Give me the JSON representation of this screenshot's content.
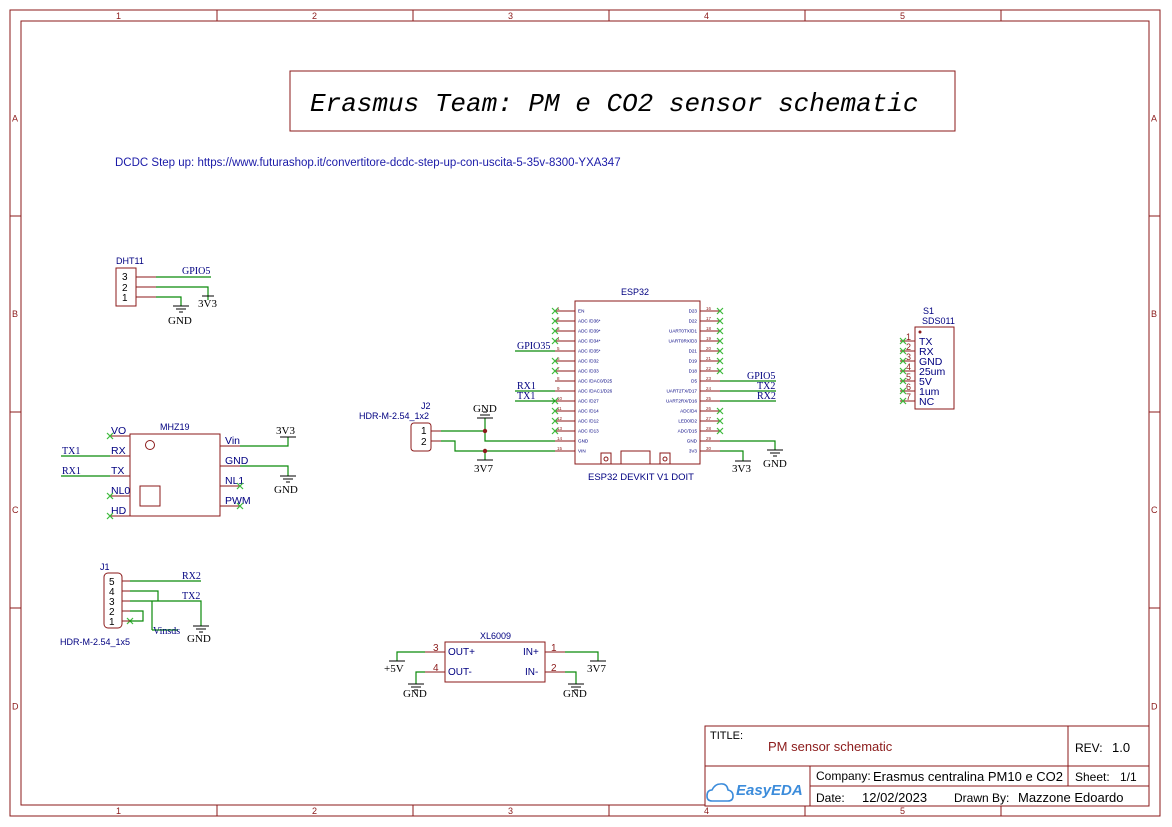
{
  "border": {
    "columns": [
      "1",
      "2",
      "3",
      "4",
      "5"
    ],
    "rows": [
      "A",
      "B",
      "C",
      "D"
    ]
  },
  "title": "Erasmus Team: PM e CO2 sensor schematic",
  "link_text": "DCDC Step up: https://www.futurashop.it/convertitore-dcdc-step-up-con-uscita-5-35v-8300-YXA347",
  "dht11": {
    "name": "DHT11",
    "pins": [
      "3",
      "2",
      "1"
    ],
    "net_gpio": "GPIO5",
    "pwr_3v3": "3V3",
    "pwr_gnd": "GND"
  },
  "mhz19": {
    "name": "MHZ19",
    "left_pins": [
      "VO",
      "RX",
      "TX",
      "NL0",
      "HD"
    ],
    "right_pins": [
      "Vin",
      "GND",
      "NL1",
      "PWM"
    ],
    "net_tx1": "TX1",
    "net_rx1": "RX1",
    "pwr_3v3": "3V3",
    "pwr_gnd": "GND"
  },
  "j1": {
    "name": "J1",
    "footprint": "HDR-M-2.54_1x5",
    "pins": [
      "5",
      "4",
      "3",
      "2",
      "1"
    ],
    "net_rx2": "RX2",
    "net_tx2": "TX2",
    "net_vinsds": "Vinsds",
    "pwr_gnd": "GND"
  },
  "j2": {
    "name": "J2",
    "footprint": "HDR-M-2.54_1x2",
    "pins": [
      "1",
      "2"
    ],
    "pwr_gnd": "GND",
    "pwr_3v7": "3V7"
  },
  "esp32": {
    "name": "ESP32",
    "footprint": "ESP32 DEVKIT V1 DOIT",
    "left_labels": [
      "EN",
      "ADC /D36*",
      "ADC /D39*",
      "ADC /D34*",
      "ADC /D35*",
      "ADC /D32",
      "ADC /D33",
      "ADC /DAC0/D25",
      "ADC /DAC1/D26",
      "ADC /D27",
      "ADC /D14",
      "ADC /D12",
      "ADC /D13",
      "GND",
      "VIN"
    ],
    "left_nums": [
      "1",
      "2",
      "3",
      "4",
      "5",
      "6",
      "7",
      "8",
      "9",
      "10",
      "11",
      "12",
      "13",
      "14",
      "15"
    ],
    "right_labels": [
      "D23",
      "D22",
      "UART0TX/D1",
      "UART0RX/D3",
      "D21",
      "D19",
      "D18",
      "D5",
      "UART2TX/D17",
      "UART2RX/D16",
      "ADC/D4",
      "LED0/D2",
      "ADC/D15",
      "GND",
      "3V3"
    ],
    "right_nums": [
      "16",
      "17",
      "18",
      "19",
      "20",
      "21",
      "22",
      "23",
      "24",
      "25",
      "26",
      "27",
      "28",
      "29",
      "30"
    ],
    "net_gpio35": "GPIO35",
    "net_rx1": "RX1",
    "net_tx1": "TX1",
    "net_gpio5": "GPIO5",
    "net_tx2": "TX2",
    "net_rx2": "RX2",
    "pwr_3v3": "3V3",
    "pwr_gnd": "GND"
  },
  "s1": {
    "ref": "S1",
    "name": "SDS011",
    "pins": [
      "1",
      "2",
      "3",
      "4",
      "5",
      "6",
      "7"
    ],
    "labels": [
      "TX",
      "RX",
      "GND",
      "25um",
      "5V",
      "1um",
      "NC"
    ]
  },
  "xl6009": {
    "name": "XL6009",
    "left_labels": [
      "OUT+",
      "OUT-"
    ],
    "left_nums": [
      "3",
      "4"
    ],
    "right_labels": [
      "IN+",
      "IN-"
    ],
    "right_nums": [
      "1",
      "2"
    ],
    "pwr_5v": "+5V",
    "pwr_gnd": "GND",
    "pwr_3v7": "3V7"
  },
  "titleblock": {
    "title_label": "TITLE:",
    "title_value": "PM sensor schematic",
    "rev_label": "REV:",
    "rev_value": "1.0",
    "company_label": "Company:",
    "company_value": "Erasmus centralina PM10 e CO2",
    "sheet_label": "Sheet:",
    "sheet_value": "1/1",
    "date_label": "Date:",
    "date_value": "12/02/2023",
    "drawn_label": "Drawn By:",
    "drawn_value": "Mazzone Edoardo",
    "logo_text": "EasyEDA"
  },
  "colors": {
    "frame": "#8b1a1a",
    "wire": "#0a8a0a",
    "net": "#000080",
    "noconnect": "#3dbb3d"
  }
}
